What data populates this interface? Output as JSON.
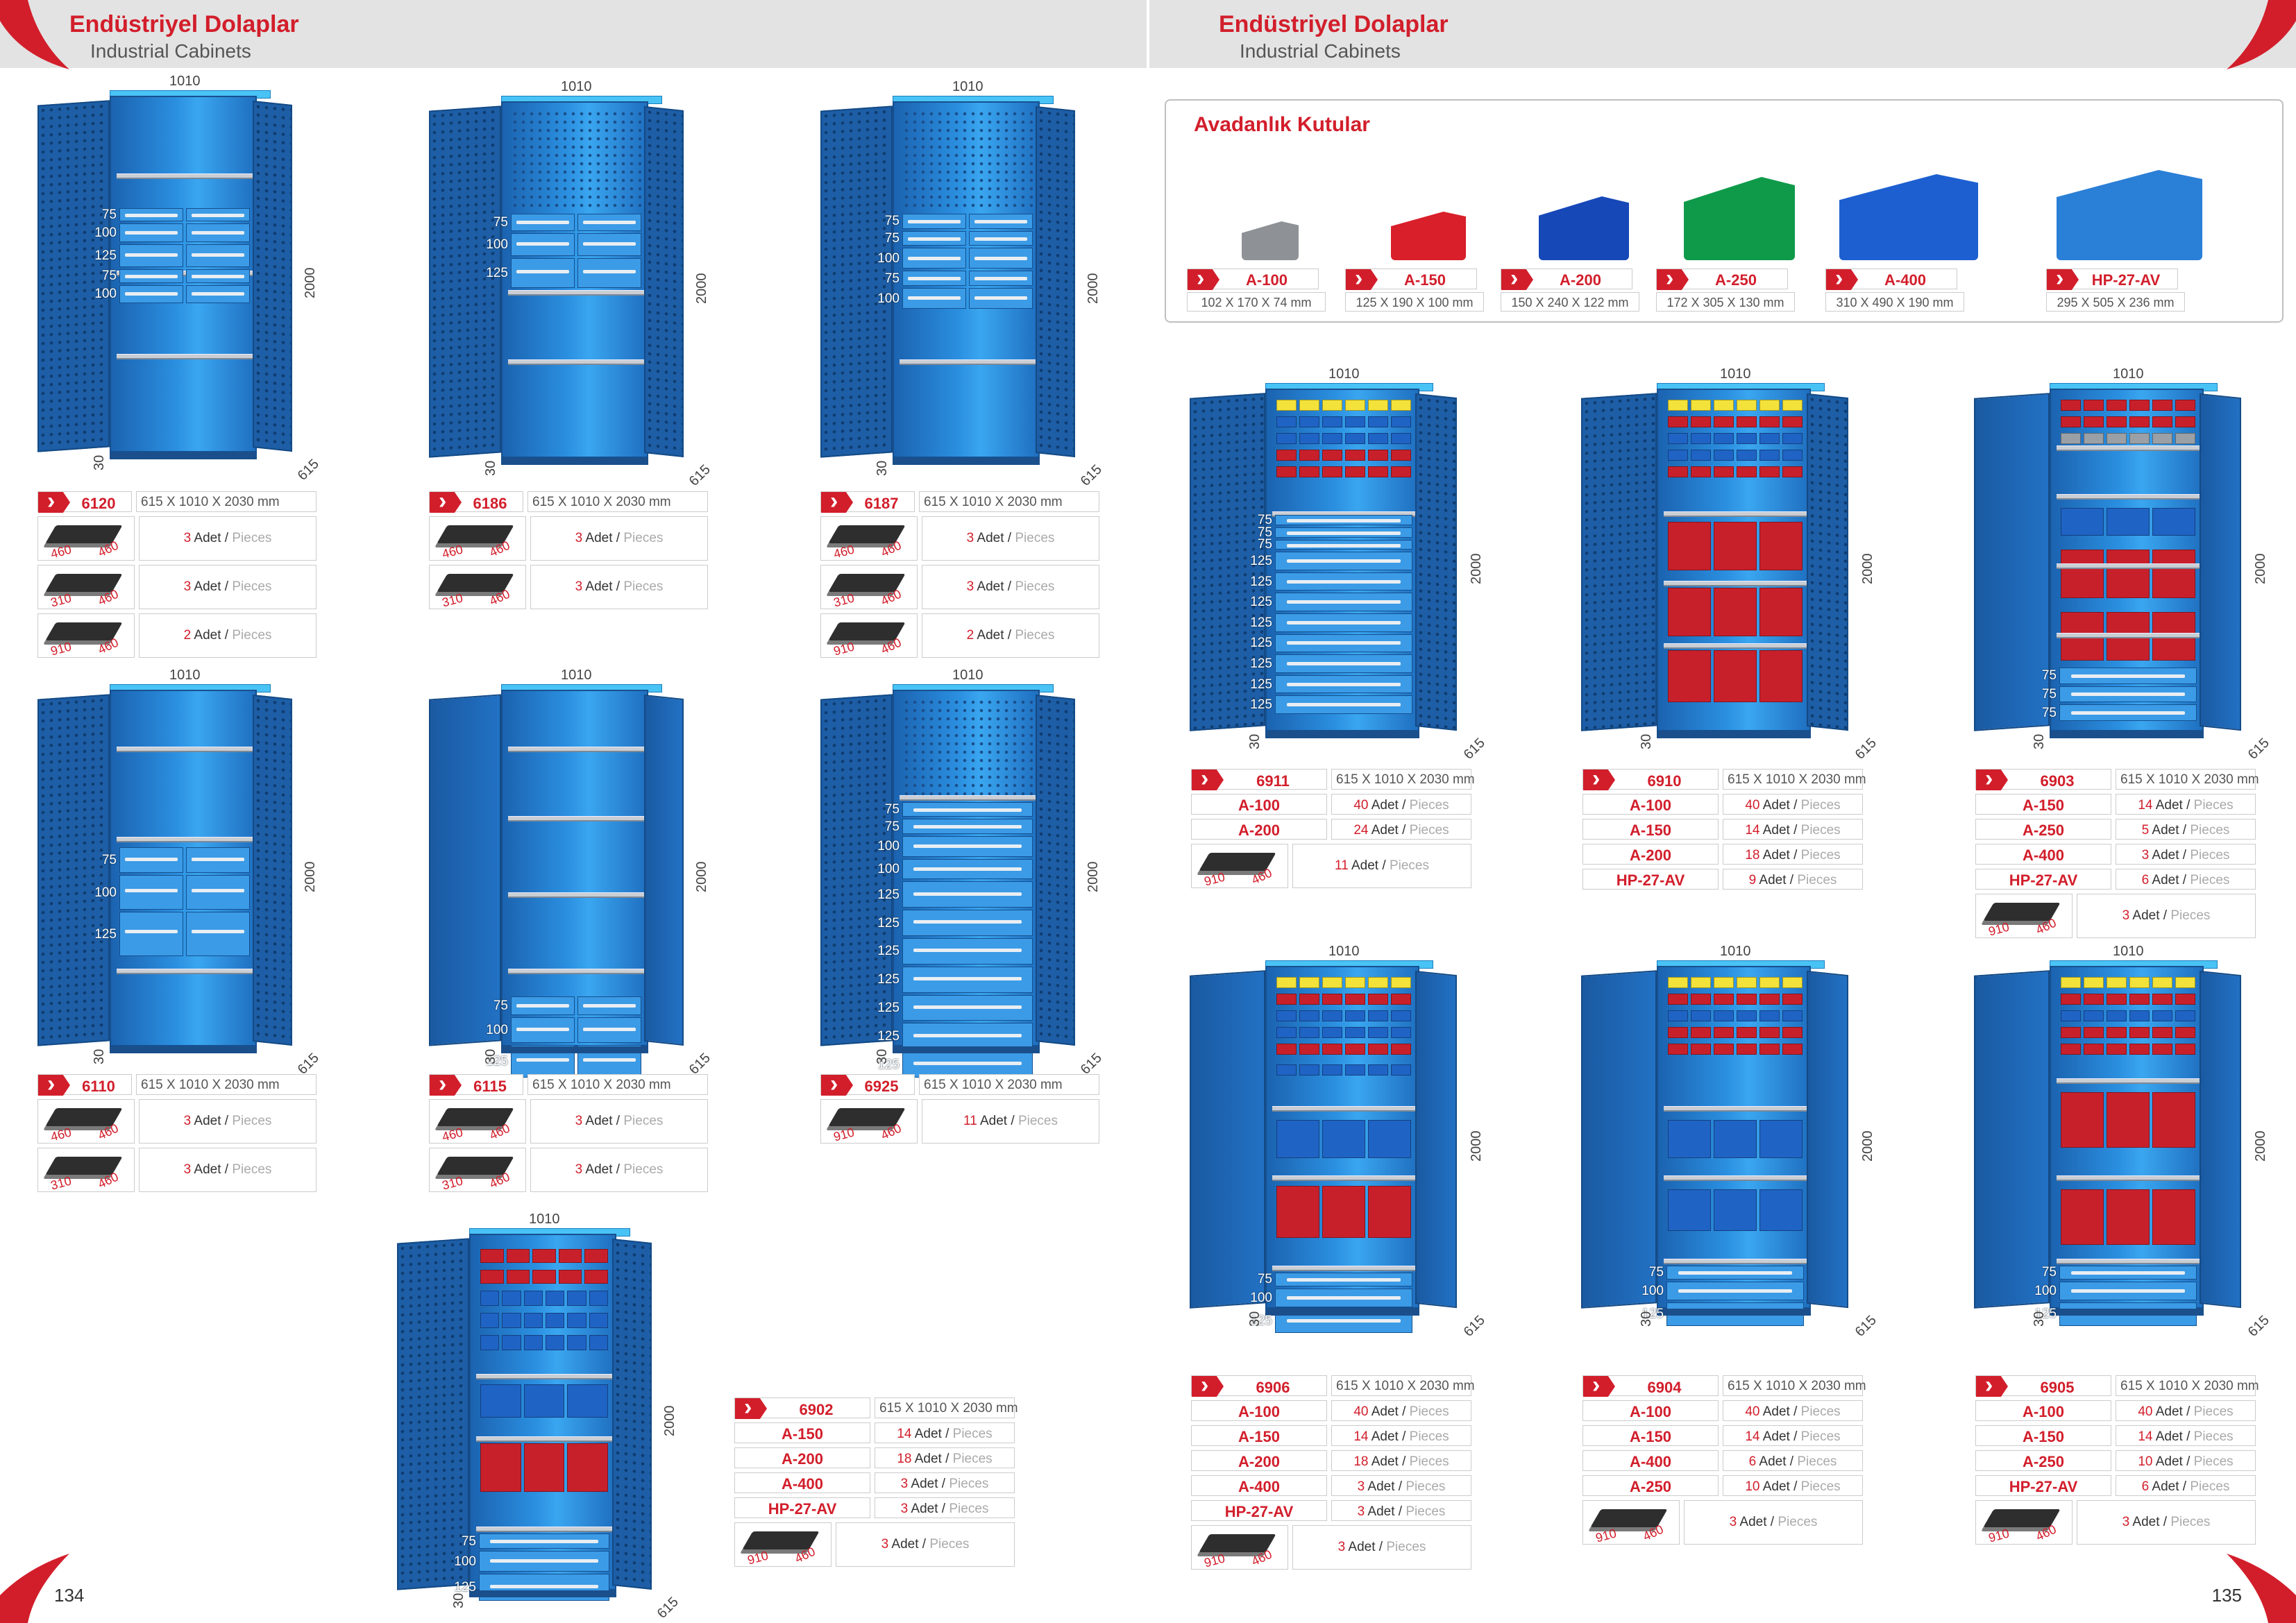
{
  "header": {
    "title": "Endüstriyel Dolaplar",
    "subtitle": "Industrial Cabinets"
  },
  "pages": {
    "left": "134",
    "right": "135"
  },
  "labels": {
    "adet": "Adet",
    "slash": " / ",
    "pieces": "Pieces"
  },
  "dims": {
    "w": "1010",
    "h": "2000",
    "d": "615",
    "foot": "30"
  },
  "mat_dims": {
    "m460": "460",
    "m310": "310",
    "m910": "910"
  },
  "toolbox": {
    "title": "Avadanlık Kutular",
    "items": [
      {
        "name": "A-100",
        "size": "102 X 170 X 74 mm",
        "color": "#8e9296"
      },
      {
        "name": "A-150",
        "size": "125 X 190 X 100 mm",
        "color": "#d81f2a"
      },
      {
        "name": "A-200",
        "size": "150 X 240 X 122 mm",
        "color": "#1748b8"
      },
      {
        "name": "A-250",
        "size": "172 X 305 X 130 mm",
        "color": "#0f9a4a"
      },
      {
        "name": "A-400",
        "size": "310 X 490 X 190 mm",
        "color": "#1d5fd0"
      },
      {
        "name": "HP-27-AV",
        "size": "295 X 505 X 236 mm",
        "color": "#2a7fd6"
      }
    ]
  },
  "cabinets": [
    {
      "code": "6120",
      "size": "615 X 1010 X 2030 mm",
      "drawers": [
        "75",
        "100",
        "125",
        "75",
        "100"
      ],
      "mats": [
        {
          "a": "460",
          "b": "460",
          "qty": "3"
        },
        {
          "a": "310",
          "b": "460",
          "qty": "3"
        },
        {
          "a": "910",
          "b": "460",
          "qty": "2"
        }
      ]
    },
    {
      "code": "6186",
      "size": "615 X 1010 X 2030 mm",
      "drawers": [
        "75",
        "100",
        "125"
      ],
      "mats": [
        {
          "a": "460",
          "b": "460",
          "qty": "3"
        },
        {
          "a": "310",
          "b": "460",
          "qty": "3"
        }
      ]
    },
    {
      "code": "6187",
      "size": "615 X 1010 X 2030 mm",
      "drawers": [
        "75",
        "75",
        "100",
        "75",
        "100"
      ],
      "mats": [
        {
          "a": "460",
          "b": "460",
          "qty": "3"
        },
        {
          "a": "310",
          "b": "460",
          "qty": "3"
        },
        {
          "a": "910",
          "b": "460",
          "qty": "2"
        }
      ]
    },
    {
      "code": "6110",
      "size": "615 X 1010 X 2030 mm",
      "drawers": [
        "75",
        "100",
        "125"
      ],
      "mats": [
        {
          "a": "460",
          "b": "460",
          "qty": "3"
        },
        {
          "a": "310",
          "b": "460",
          "qty": "3"
        }
      ]
    },
    {
      "code": "6115",
      "size": "615 X 1010 X 2030 mm",
      "drawers": [
        "75",
        "100",
        "125"
      ],
      "mats": [
        {
          "a": "460",
          "b": "460",
          "qty": "3"
        },
        {
          "a": "310",
          "b": "460",
          "qty": "3"
        }
      ]
    },
    {
      "code": "6925",
      "size": "615 X 1010 X 2030 mm",
      "drawers": [
        "75",
        "75",
        "100",
        "100",
        "125",
        "125",
        "125",
        "125",
        "125",
        "125",
        "125"
      ],
      "mats": [
        {
          "a": "910",
          "b": "460",
          "qty": "11"
        }
      ]
    },
    {
      "code": "6902",
      "size": "615 X 1010 X 2030 mm",
      "drawers": [
        "75",
        "100",
        "125"
      ],
      "items": [
        {
          "n": "A-150",
          "q": "14"
        },
        {
          "n": "A-200",
          "q": "18"
        },
        {
          "n": "A-400",
          "q": "3"
        },
        {
          "n": "HP-27-AV",
          "q": "3"
        }
      ],
      "mats": [
        {
          "a": "910",
          "b": "460",
          "qty": "3"
        }
      ]
    },
    {
      "code": "6911",
      "size": "615 X 1010 X 2030 mm",
      "drawers": [
        "75",
        "75",
        "75",
        "125",
        "125",
        "125",
        "125",
        "125",
        "125",
        "125",
        "125"
      ],
      "items": [
        {
          "n": "A-100",
          "q": "40"
        },
        {
          "n": "A-200",
          "q": "24"
        }
      ],
      "mats": [
        {
          "a": "910",
          "b": "460",
          "qty": "11"
        }
      ]
    },
    {
      "code": "6910",
      "size": "615 X 1010 X 2030 mm",
      "drawers": [],
      "items": [
        {
          "n": "A-100",
          "q": "40"
        },
        {
          "n": "A-150",
          "q": "14"
        },
        {
          "n": "A-200",
          "q": "18"
        },
        {
          "n": "HP-27-AV",
          "q": "9"
        }
      ],
      "mats": []
    },
    {
      "code": "6903",
      "size": "615 X 1010 X 2030 mm",
      "drawers": [
        "75",
        "75",
        "75"
      ],
      "items": [
        {
          "n": "A-150",
          "q": "14"
        },
        {
          "n": "A-250",
          "q": "5"
        },
        {
          "n": "A-400",
          "q": "3"
        },
        {
          "n": "HP-27-AV",
          "q": "6"
        }
      ],
      "mats": [
        {
          "a": "910",
          "b": "460",
          "qty": "3"
        }
      ]
    },
    {
      "code": "6906",
      "size": "615 X 1010 X 2030 mm",
      "drawers": [
        "75",
        "100",
        "125"
      ],
      "items": [
        {
          "n": "A-100",
          "q": "40"
        },
        {
          "n": "A-150",
          "q": "14"
        },
        {
          "n": "A-200",
          "q": "18"
        },
        {
          "n": "A-400",
          "q": "3"
        },
        {
          "n": "HP-27-AV",
          "q": "3"
        }
      ],
      "mats": [
        {
          "a": "910",
          "b": "460",
          "qty": "3"
        }
      ]
    },
    {
      "code": "6904",
      "size": "615 X 1010 X 2030 mm",
      "drawers": [
        "75",
        "100",
        "125"
      ],
      "items": [
        {
          "n": "A-100",
          "q": "40"
        },
        {
          "n": "A-150",
          "q": "14"
        },
        {
          "n": "A-400",
          "q": "6"
        },
        {
          "n": "A-250",
          "q": "10"
        }
      ],
      "mats": [
        {
          "a": "910",
          "b": "460",
          "qty": "3"
        }
      ]
    },
    {
      "code": "6905",
      "size": "615 X 1010 X 2030 mm",
      "drawers": [
        "75",
        "100",
        "125"
      ],
      "items": [
        {
          "n": "A-100",
          "q": "40"
        },
        {
          "n": "A-150",
          "q": "14"
        },
        {
          "n": "A-250",
          "q": "10"
        },
        {
          "n": "HP-27-AV",
          "q": "6"
        }
      ],
      "mats": [
        {
          "a": "910",
          "b": "460",
          "qty": "3"
        }
      ]
    }
  ]
}
